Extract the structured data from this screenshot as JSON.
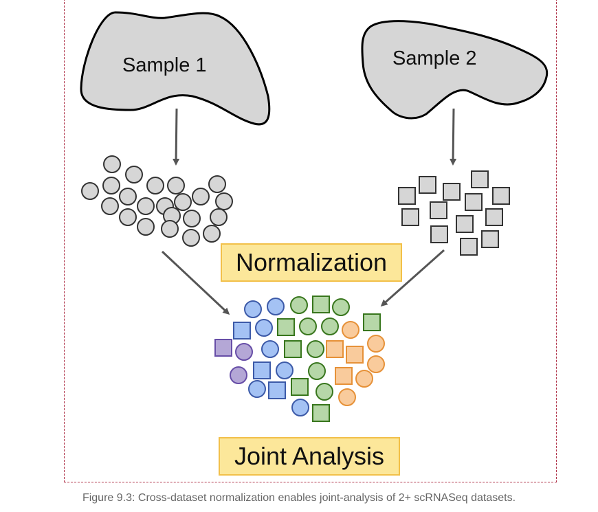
{
  "sample1": "Sample 1",
  "sample2": "Sample 2",
  "normalization": "Normalization",
  "joint_analysis": "Joint Analysis",
  "caption": "Figure 9.3: Cross-dataset normalization enables joint-analysis of 2+ scRNASeq datasets.",
  "colors": {
    "gray_fill": "#d6d6d6",
    "gray_stroke": "#333333",
    "blue_fill": "#a4c2f4",
    "blue_stroke": "#3c5aa8",
    "green_fill": "#b6d7a8",
    "green_stroke": "#38761d",
    "orange_fill": "#f9cb9c",
    "orange_stroke": "#e69138",
    "purple_fill": "#b4a7d6",
    "purple_stroke": "#674ea7",
    "label_fill": "#fce79a",
    "label_border": "#f2c04a",
    "arrow": "#555555"
  }
}
